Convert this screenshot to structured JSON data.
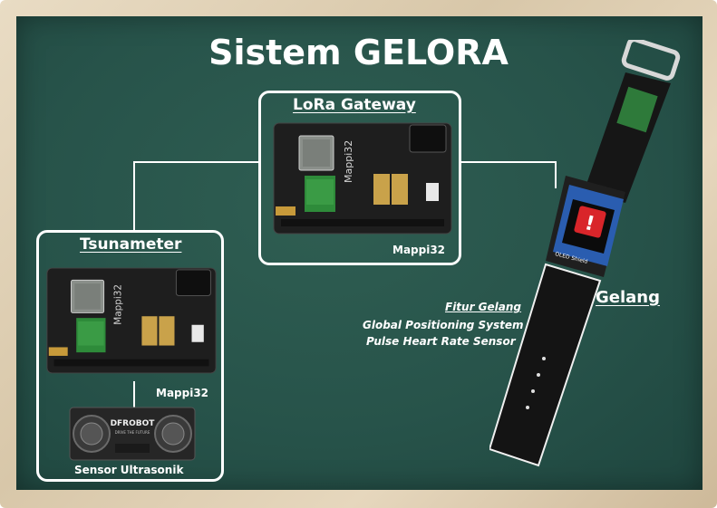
{
  "title": "Sistem GELORA",
  "gateway": {
    "title": "LoRa Gateway",
    "board_label": "Mappi32",
    "silk_text": "Mappi32"
  },
  "tsunameter": {
    "title": "Tsunameter",
    "board_label": "Mappi32",
    "silk_text": "Mappi32",
    "sensor_label": "Sensor Ultrasonik",
    "sensor_brand": "DFROBOT",
    "sensor_tagline": "DRIVE THE FUTURE"
  },
  "gelang": {
    "label": "Gelang",
    "module_text": "OLED Shield",
    "alert_symbol": "!",
    "features_title": "Fitur Gelang",
    "features": [
      "Global Positioning System",
      "Pulse Heart Rate Sensor"
    ]
  },
  "colors": {
    "chalkboard": "#27534a",
    "frame": "#dccbae",
    "pcb": "#222222",
    "lora_module": "#2e8b3a",
    "alert": "#d9252a",
    "watch_module": "#2a5db0"
  }
}
